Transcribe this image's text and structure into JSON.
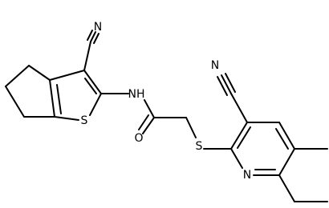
{
  "atom_labels": {
    "n_nitrile_thiophene": "N",
    "n_nitrile_pyridine": "N",
    "nh": "NH",
    "s_thiophene": "S",
    "s_thioether": "S",
    "o_carbonyl": "O",
    "n_pyridine": "N"
  },
  "colors": {
    "bond": "#000000",
    "label": "#000000",
    "background": "#ffffff"
  }
}
